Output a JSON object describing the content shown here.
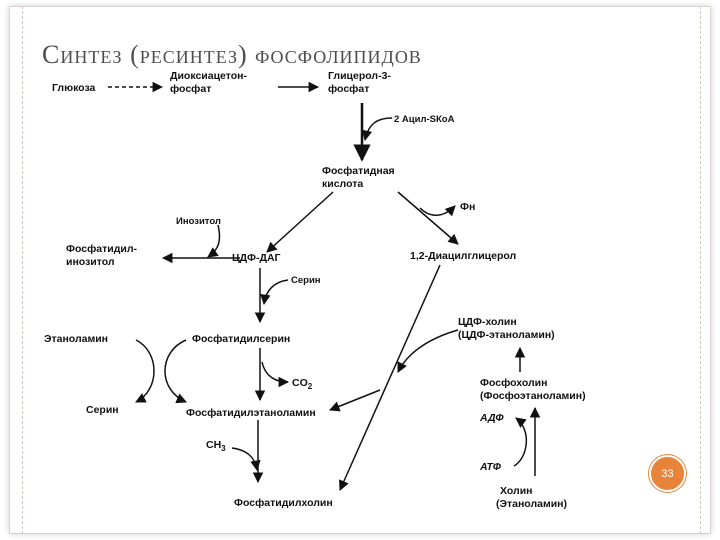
{
  "slide": {
    "title": "Синтез (ресинтез) фосфолипидов",
    "page_number": "33",
    "accent_color": "#e8833a"
  },
  "nodes": {
    "glucose": "Глюкоза",
    "dhap_1": "Диоксиацетон-",
    "dhap_2": "фосфат",
    "g3p_1": "Глицерол-3-",
    "g3p_2": "фосфат",
    "acyl_coa": "2 Ацил-SКоА",
    "pa_1": "Фосфатидная",
    "pa_2": "кислота",
    "pn": "Фн",
    "inositol": "Инозитол",
    "pi_1": "Фосфатидил-",
    "pi_2": "инозитол",
    "cdp_dag": "ЦДФ-ДАГ",
    "dag": "1,2-Диацилглицерол",
    "serine_top": "Серин",
    "ethanolamine": "Этаноламин",
    "ps": "Фосфатидилсерин",
    "serine_left": "Серин",
    "co2": "CO",
    "co2_sub": "2",
    "pe": "Фосфатидилэтаноламин",
    "ch3": "CH",
    "ch3_sub": "3",
    "pc": "Фосфатидилхолин",
    "cdp_choline_1": "ЦДФ-холин",
    "cdp_choline_2": "(ЦДФ-этаноламин)",
    "phosphocholine_1": "Фосфохолин",
    "phosphocholine_2": "(Фосфоэтаноламин)",
    "adp": "АДФ",
    "atp": "АТФ",
    "choline_1": "Холин",
    "choline_2": "(Этаноламин)"
  }
}
